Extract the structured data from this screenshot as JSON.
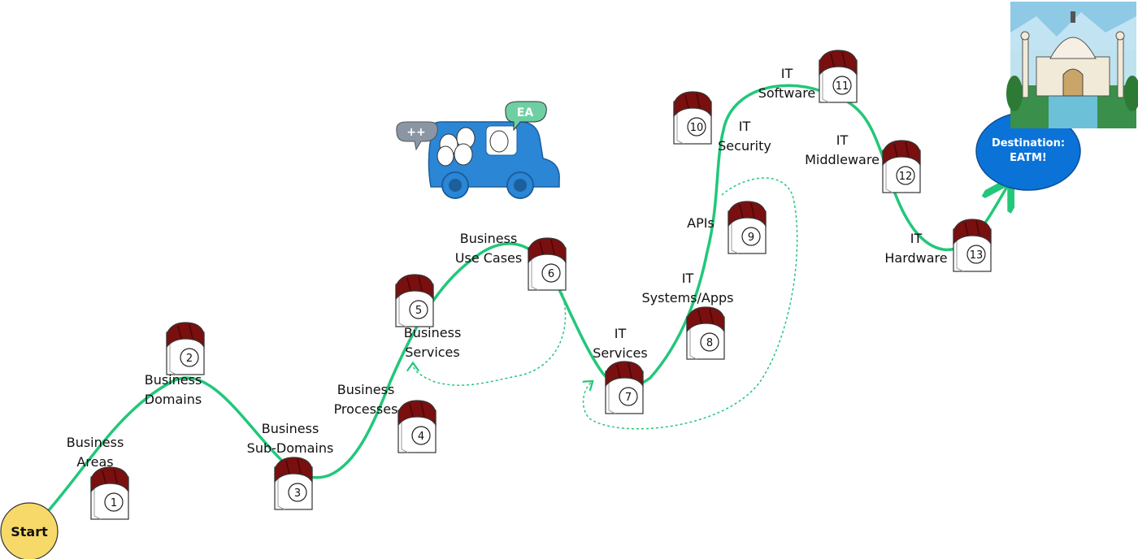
{
  "start": {
    "label": "Start"
  },
  "destination": {
    "line1": "Destination:",
    "line2": "EATM!"
  },
  "car": {
    "bubble_left": "++",
    "bubble_right": "EA"
  },
  "colors": {
    "path": "#22c77a",
    "calendar_top": "#7a0f0f",
    "start_fill": "#f7d96a",
    "destination_fill": "#0b73d8",
    "car_fill": "#2b86d6"
  },
  "milestones": [
    {
      "number": "1",
      "label": [
        "Business",
        "Areas"
      ]
    },
    {
      "number": "2",
      "label": [
        "Business",
        "Domains"
      ]
    },
    {
      "number": "3",
      "label": [
        "Business",
        "Sub-Domains"
      ]
    },
    {
      "number": "4",
      "label": [
        "Business",
        "Processes"
      ]
    },
    {
      "number": "5",
      "label": [
        "Business",
        "Services"
      ]
    },
    {
      "number": "6",
      "label": [
        "Business",
        "Use Cases"
      ]
    },
    {
      "number": "7",
      "label": [
        "IT",
        "Services"
      ]
    },
    {
      "number": "8",
      "label": [
        "IT",
        "Systems/Apps"
      ]
    },
    {
      "number": "9",
      "label": [
        "APIs"
      ]
    },
    {
      "number": "10",
      "label": [
        "IT",
        "Security"
      ]
    },
    {
      "number": "11",
      "label": [
        "IT",
        "Software"
      ]
    },
    {
      "number": "12",
      "label": [
        "IT",
        "Middleware"
      ]
    },
    {
      "number": "13",
      "label": [
        "IT",
        "Hardware"
      ]
    }
  ]
}
